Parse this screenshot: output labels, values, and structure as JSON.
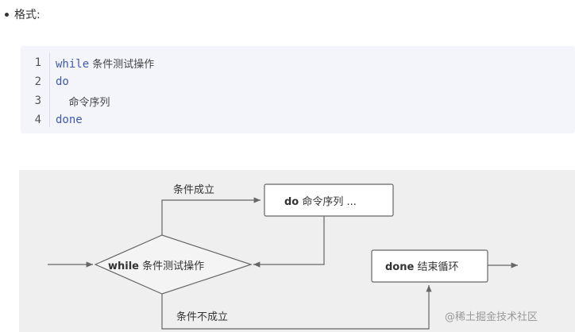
{
  "format_label": "格式:",
  "code": {
    "lines": [
      {
        "num": "1",
        "keyword": "while",
        "text": " 条件测试操作"
      },
      {
        "num": "2",
        "keyword": "do",
        "text": ""
      },
      {
        "num": "3",
        "keyword": "",
        "text": "    命令序列"
      },
      {
        "num": "4",
        "keyword": "done",
        "text": ""
      }
    ]
  },
  "diagram": {
    "cond_true_label": "条件成立",
    "do_box_keyword": "do",
    "do_box_text": "命令序列 ...",
    "while_keyword": "while",
    "while_text": "条件测试操作",
    "done_keyword": "done",
    "done_text": "结束循环",
    "cond_false_label": "条件不成立"
  },
  "watermark": "@稀土掘金技术社区"
}
